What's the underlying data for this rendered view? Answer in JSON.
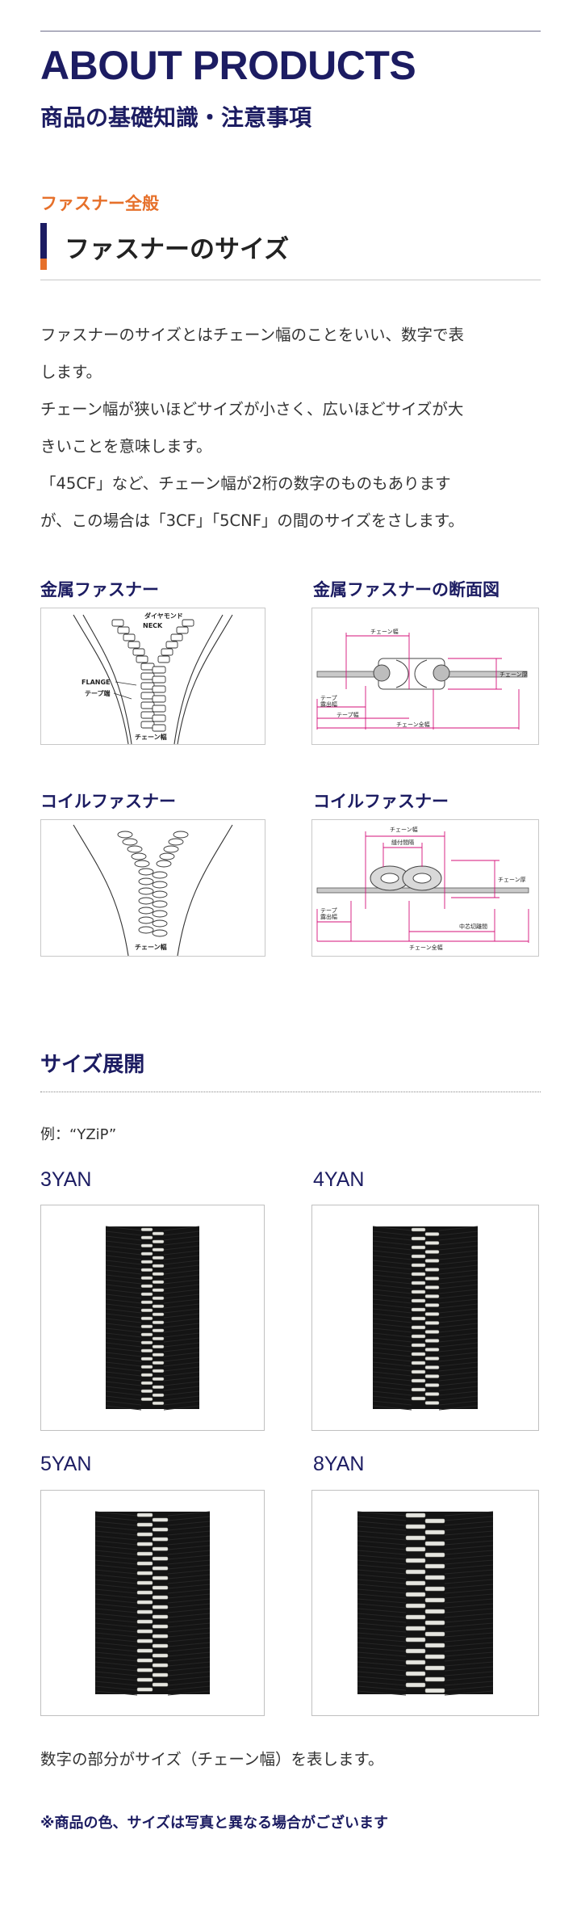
{
  "header": {
    "title_en": "ABOUT PRODUCTS",
    "title_jp": "商品の基礎知識・注意事項"
  },
  "section": {
    "category": "ファスナー全般",
    "title": "ファスナーのサイズ",
    "paragraphs": [
      "ファスナーのサイズとはチェーン幅のことをいい、数字で表",
      "します。",
      "チェーン幅が狭いほどサイズが小さく、広いほどサイズが大",
      "きいことを意味します。",
      "「45CF」など、チェーン幅が2桁の数字のものもあります",
      "が、この場合は「3CF」「5CNF」の間のサイズをさします。"
    ]
  },
  "diagrams": [
    {
      "label": "金属ファスナー",
      "annotations": [
        "ダイヤモンド",
        "NECK",
        "FLANGE",
        "テープ端",
        "チェーン幅"
      ]
    },
    {
      "label": "金属ファスナーの断面図",
      "annotations": [
        "チェーン幅",
        "チェーン厚",
        "テープ",
        "露出幅",
        "テープ幅",
        "チェーン全幅"
      ]
    },
    {
      "label": "コイルファスナー",
      "annotations": [
        "チェーン幅"
      ]
    },
    {
      "label": "コイルファスナー",
      "annotations": [
        "チェーン幅",
        "縫付間隔",
        "チェーン厚",
        "テープ",
        "露出幅",
        "中芯切離間",
        "チェーン全幅"
      ]
    }
  ],
  "sizes": {
    "title": "サイズ展開",
    "example": "例：“YZiP”",
    "items": [
      {
        "label": "3YAN"
      },
      {
        "label": "4YAN"
      },
      {
        "label": "5YAN"
      },
      {
        "label": "8YAN"
      }
    ]
  },
  "footer": {
    "text": "数字の部分がサイズ（チェーン幅）を表します。",
    "note": "※商品の色、サイズは写真と異なる場合がございます"
  },
  "colors": {
    "navy": "#1c1c62",
    "orange": "#e6702a",
    "magenta": "#d4127a"
  }
}
